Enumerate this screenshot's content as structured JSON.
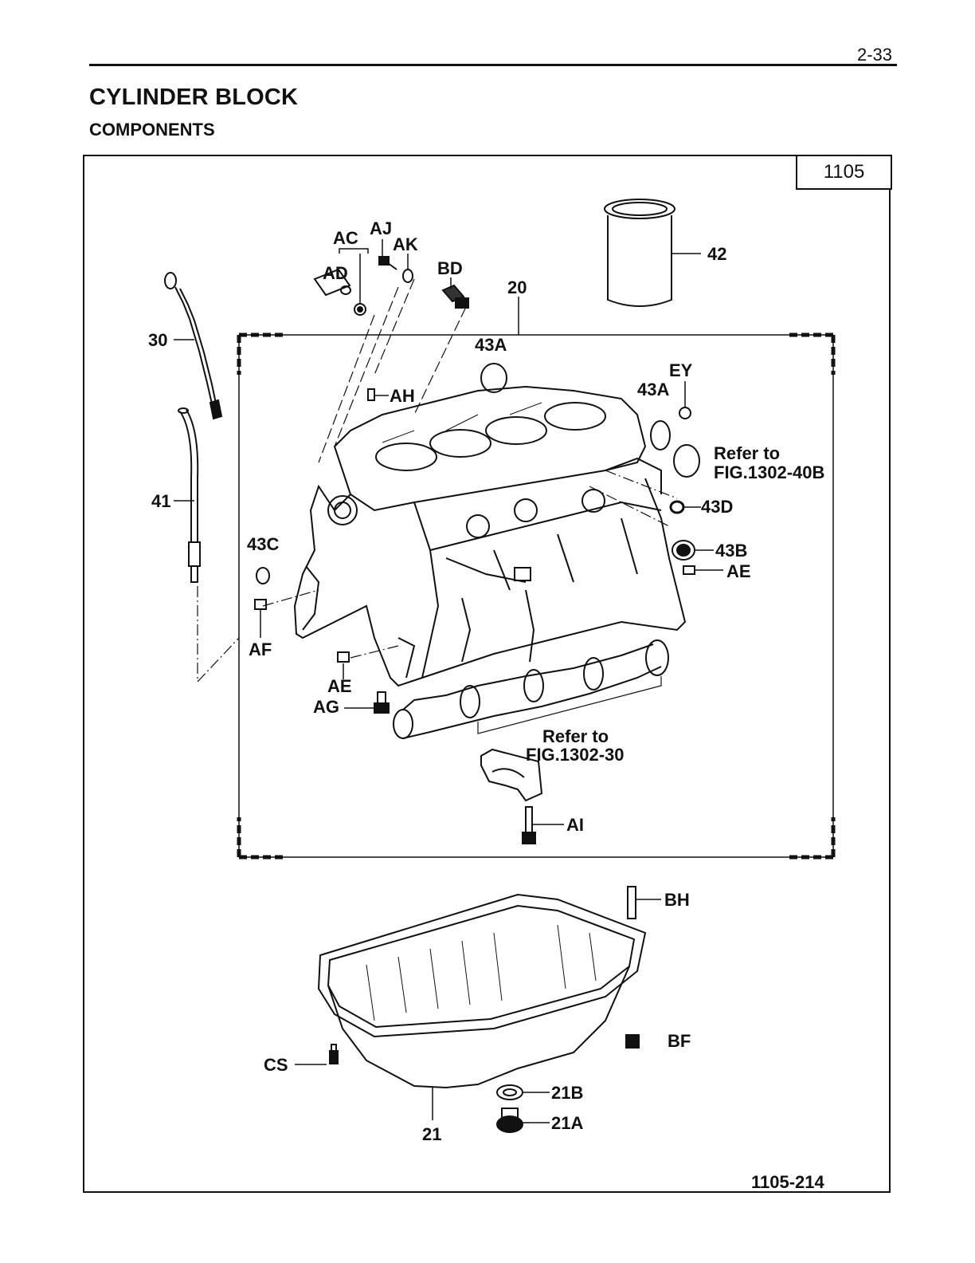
{
  "page_number": "2-33",
  "title": "CYLINDER BLOCK",
  "subtitle": "COMPONENTS",
  "figure_number": "1105",
  "figure_id": "1105-214",
  "labels": {
    "ac": "AC",
    "aj": "AJ",
    "ak": "AK",
    "ad": "AD",
    "bd": "BD",
    "n20": "20",
    "n42": "42",
    "n30": "30",
    "n43a_top": "43A",
    "ah": "AH",
    "ey": "EY",
    "n43a_right": "43A",
    "refer_top_1": "Refer to",
    "refer_top_2": "FIG.1302-40B",
    "n41": "41",
    "n43d": "43D",
    "n43c": "43C",
    "n43b": "43B",
    "ae_right": "AE",
    "af": "AF",
    "ae_left": "AE",
    "ag": "AG",
    "refer_bottom_1": "Refer to",
    "refer_bottom_2": "FIG.1302-30",
    "ai": "AI",
    "bh": "BH",
    "bf": "BF",
    "cs": "CS",
    "n21b": "21B",
    "n21a": "21A",
    "n21": "21"
  },
  "parts": {
    "dipstick": "dipstick",
    "dipstick_guide": "dipstick-guide",
    "cylinder_liner": "cylinder-liner",
    "cylinder_block": "cylinder-block",
    "camshaft": "camshaft",
    "bearing_cap": "bearing-cap",
    "oil_pan": "oil-pan"
  }
}
